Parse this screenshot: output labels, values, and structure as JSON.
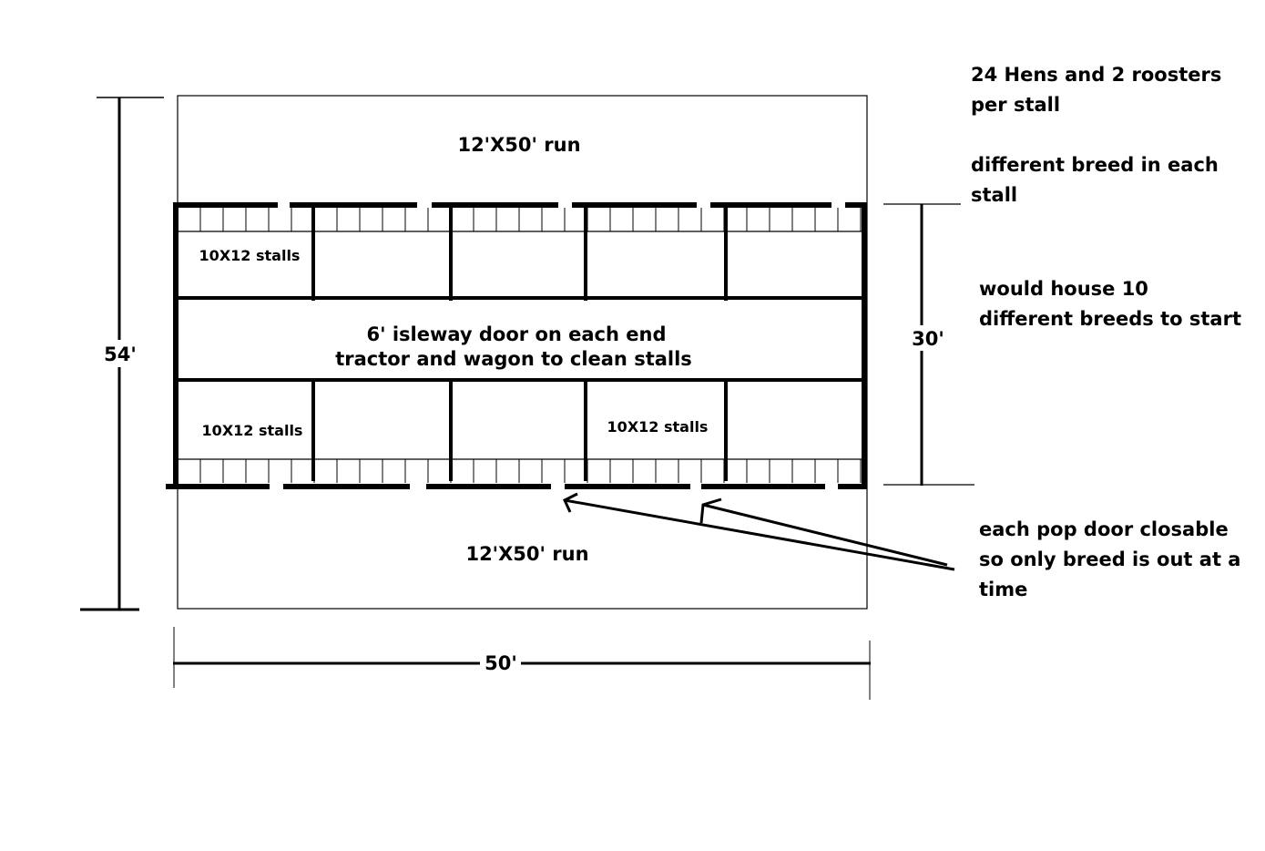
{
  "title": "Chicken coop layout with stalls and runs",
  "runs": {
    "top": "12'X50' run",
    "bottom": "12'X50' run"
  },
  "stalls": {
    "top_left": "10X12 stalls",
    "bottom_left": "10X12 stalls",
    "bottom_mid": "10X12 stalls"
  },
  "aisle": {
    "line1": "6' isleway door on each end",
    "line2": "tractor and wagon to  clean stalls"
  },
  "dimensions": {
    "height": "54'",
    "building_depth": "30'",
    "width": "50'"
  },
  "notes": {
    "n1": [
      "24 Hens and 2 roosters",
      "per stall"
    ],
    "n2": [
      "different breed in each",
      "stall"
    ],
    "n3": [
      "would house 10",
      "different breeds to start"
    ],
    "n4": [
      "each pop door closable",
      "so only breed is out at a",
      "time"
    ]
  },
  "colors": {
    "ink": "#000000",
    "background": "#ffffff"
  }
}
